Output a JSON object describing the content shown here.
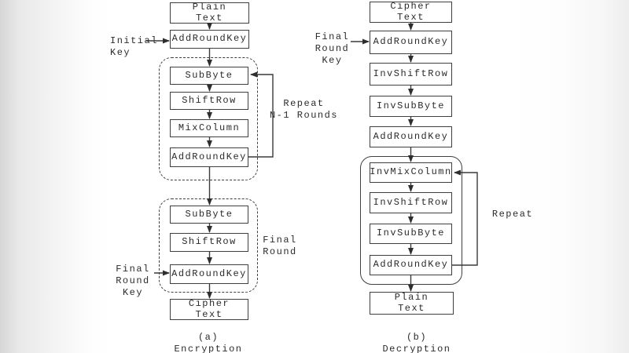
{
  "diagram": {
    "encryption": {
      "input": "Plain\nText",
      "initial_key_label": "Initial Key",
      "initial_addroundkey": "AddRoundKey",
      "round_loop": {
        "boxes": [
          "SubByte",
          "ShiftRow",
          "MixColumn",
          "AddRoundKey"
        ],
        "repeat_label": "Repeat\nN-1 Rounds"
      },
      "final_round": {
        "boxes": [
          "SubByte",
          "ShiftRow",
          "AddRoundKey"
        ],
        "round_label": "Final\nRound",
        "key_label": "Final Round\nKey"
      },
      "output": "Cipher\nText",
      "caption": "(a)\nEncryption"
    },
    "decryption": {
      "input": "Cipher\nText",
      "key_label": "Final Round\nKey",
      "pre_boxes": [
        "AddRoundKey",
        "InvShiftRow",
        "InvSubByte",
        "AddRoundKey"
      ],
      "round_loop": {
        "boxes": [
          "InvMixColumn",
          "InvShiftRow",
          "InvSubByte",
          "AddRoundKey"
        ],
        "repeat_label": "Repeat"
      },
      "output": "Plain\nText",
      "caption": "(b)\nDecryption"
    },
    "style": {
      "line_color": "#3a3a3a",
      "text_color": "#2b2b2b",
      "background": "#ffffff",
      "edge_shade": "#d6d6d6"
    }
  }
}
